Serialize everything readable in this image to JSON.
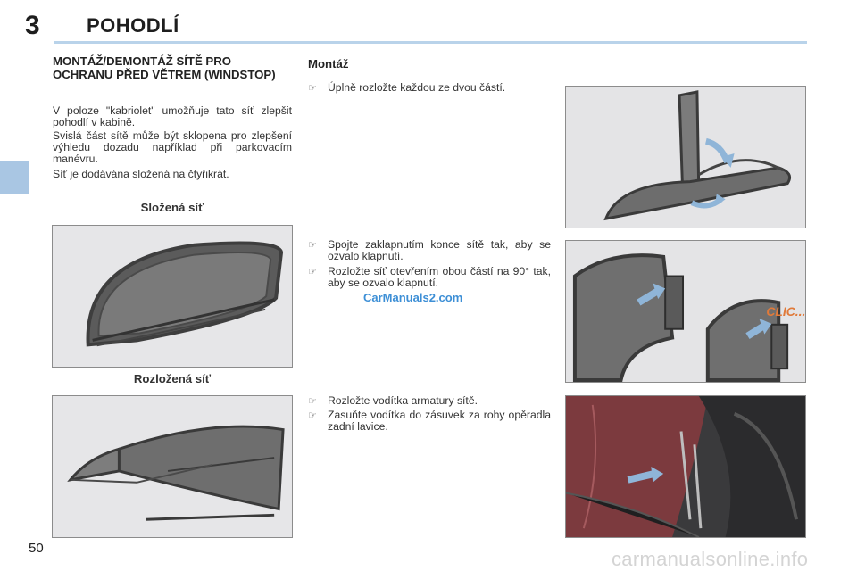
{
  "header": {
    "chapter_number": "3",
    "chapter_title": "POHODLÍ",
    "rule_color": "#b9d3ea",
    "tab_color": "#a9c6e3"
  },
  "left_column": {
    "heading": "MONTÁŽ/DEMONTÁŽ SÍTĚ PRO OCHRANU PŘED VĚTREM (WINDSTOP)",
    "paragraphs": [
      "V poloze \"kabriolet\" umožňuje tato síť zlepšit pohodlí v kabině.",
      "Svislá část sítě může být sklopena pro zlepšení výhledu dozadu například při parkovacím manévru.",
      "Síť je dodávána složená na čtyřikrát."
    ],
    "caption_folded": "Složená síť",
    "caption_unfolded": "Rozložená síť"
  },
  "mounting": {
    "heading": "Montáž",
    "bullet_glyph": "☞",
    "bullets": [
      "Úplně rozložte každou ze dvou částí.",
      "Spojte zaklapnutím konce sítě tak, aby se ozvalo klapnutí.",
      "Rozložte síť otevřením obou částí na 90° tak, aby se ozvalo klapnutí.",
      "Rozložte vodítka armatury sítě.",
      "Zasuňte vodítka do zásuvek za rohy opěradla zadní lavice."
    ],
    "click_text": "CLIC..."
  },
  "watermark": "CarManuals2.com",
  "footer": {
    "page_number": "50",
    "site": "carmanualsonline.info"
  },
  "icons": {
    "bullet": "pointing-hand-icon",
    "arrows": "curved-arrow-icon"
  },
  "colors": {
    "accent_blue": "#3d8fd6",
    "arrow_blue": "#8fb5d8",
    "click_orange": "#e07a3a"
  }
}
